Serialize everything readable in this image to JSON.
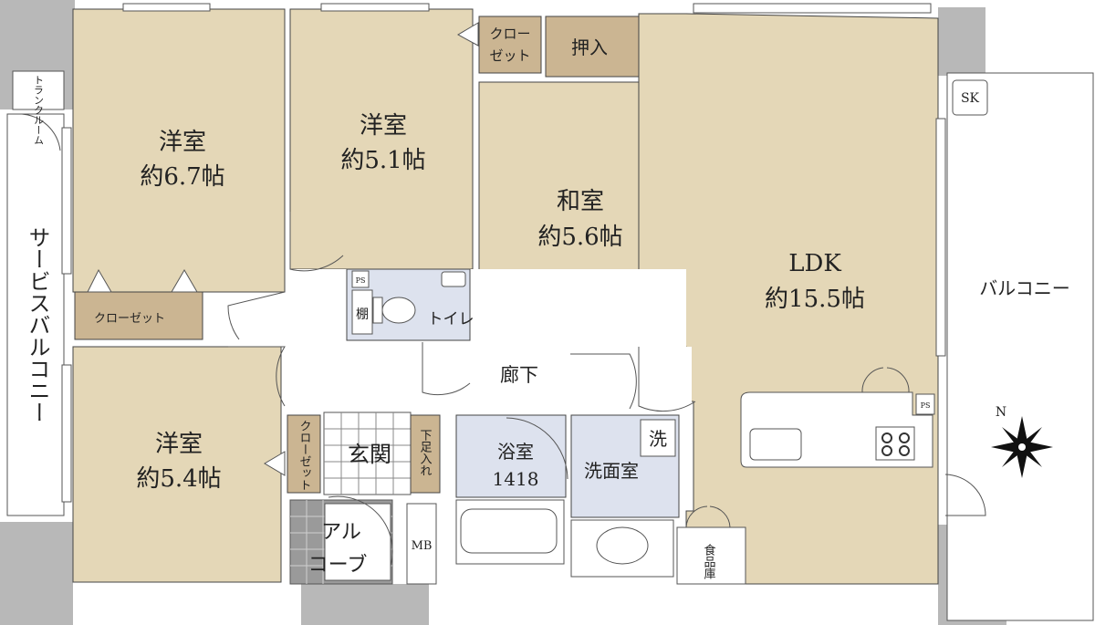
{
  "colors": {
    "room_main": "#e4d7b7",
    "room_storage": "#cbb592",
    "wet_area": "#dde2ee",
    "wall": "#b8b8b8",
    "floor_white": "#ffffff",
    "compass": "#111111"
  },
  "rooms": {
    "western1": {
      "name": "洋室",
      "size": "約6.7帖"
    },
    "western2": {
      "name": "洋室",
      "size": "約5.1帖"
    },
    "japanese": {
      "name": "和室",
      "size": "約5.6帖"
    },
    "ldk": {
      "name": "LDK",
      "size": "約15.5帖"
    },
    "western3": {
      "name": "洋室",
      "size": "約5.4帖"
    }
  },
  "labels": {
    "service_balcony": "サービスバルコニー",
    "trunk_room": "トランクルーム",
    "closet_top_line1": "クロー",
    "closet_top_line2": "ゼット",
    "oshiire": "押入",
    "closet_side": "クローゼット",
    "closet_entry": "クローゼット",
    "ps": "PS",
    "shelf": "棚",
    "toilet": "トイレ",
    "corridor": "廊下",
    "entrance": "玄関",
    "shoe_box": "下足入れ",
    "bathroom": "浴室",
    "bath_size": "1418",
    "washroom": "洗面室",
    "washer": "洗",
    "alcove_line1": "アル",
    "alcove_line2": "コーブ",
    "mb": "MB",
    "pantry": "食品庫",
    "balcony": "バルコニー",
    "sk": "SK",
    "ps_kitchen": "PS"
  },
  "compass": {
    "icon": "north-compass-star",
    "label": "N"
  }
}
